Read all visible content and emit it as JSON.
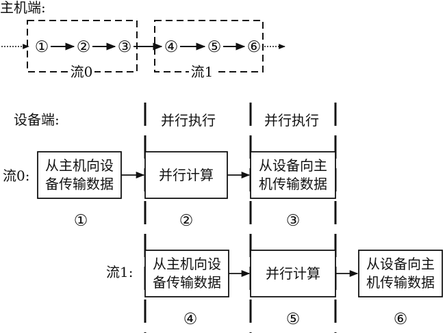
{
  "host": {
    "label": "主机端:",
    "steps": [
      "①",
      "②",
      "③",
      "④",
      "⑤",
      "⑥"
    ],
    "stream0_label": "流0",
    "stream1_label": "流1"
  },
  "device": {
    "label": "设备端:",
    "parallel_1": "并行执行",
    "parallel_2": "并行执行",
    "stream0": {
      "label": "流0:",
      "box1": [
        "从主机向设",
        "备传输数据"
      ],
      "box2": "并行计算",
      "box3": [
        "从设备向主",
        "机传输数据"
      ],
      "num1": "①",
      "num2": "②",
      "num3": "③"
    },
    "stream1": {
      "label": "流1:",
      "box1": [
        "从主机向设",
        "备传输数据"
      ],
      "box2": "并行计算",
      "box3": [
        "从设备向主",
        "机传输数据"
      ],
      "num1": "④",
      "num2": "⑤",
      "num3": "⑥"
    }
  }
}
